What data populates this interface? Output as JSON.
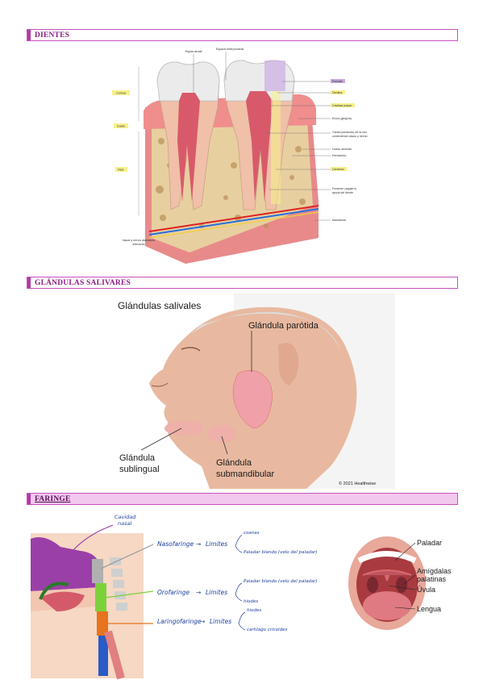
{
  "sections": {
    "dientes": "DIENTES",
    "glandulas": "GLÁNDULAS SALIVARES",
    "faringe": "FARINGE"
  },
  "tooth": {
    "labels_top": [
      "Papila dental",
      "Espacio interproximal"
    ],
    "labels_left": [
      "Corona",
      "Cuello",
      "Raíz"
    ],
    "labels_right": [
      "Esmalte",
      "Dentina",
      "Cavidad pulpar",
      "Encía (gingiva)",
      "Canal (conducto) de la raíz",
      "conteniendo vasos y nervio",
      "Hueso alveolar",
      "Periodonto",
      "Cemento",
      "Foramen (agujero)",
      "apical del diente",
      "Mandíbula"
    ],
    "labels_bottom": [
      "Vasos y nervio alveolares",
      "inferiores"
    ],
    "colors": {
      "gum": "#e88a8a",
      "bone": "#e8cfa0",
      "enamel": "#f2f2f2",
      "dentin": "#f0c0a8",
      "pulp": "#d85a6a",
      "highlight_yellow": "#f6f08a",
      "highlight_purple": "#c9a8e0"
    }
  },
  "salivary": {
    "title": "Glándulas salivales",
    "parotid": "Glándula parótida",
    "sublingual": [
      "Glándula",
      "sublingual"
    ],
    "submandibular": [
      "Glándula",
      "submandibular"
    ],
    "copyright": "© 2021 Healthwise"
  },
  "pharynx": {
    "cavidad": [
      "Cavidad",
      "nasal"
    ],
    "naso": {
      "name": "Nasofaringe",
      "arrow": "→",
      "limites": "Limites",
      "items": [
        "coanas",
        "Paladar blando (velo del paladar)"
      ]
    },
    "oro": {
      "name": "Orofaringe",
      "arrow": "→",
      "limites": "Limites",
      "items": [
        "Paladar blando (velo del paladar)",
        "hiodes"
      ]
    },
    "laringo": {
      "name": "Laringofaringe",
      "arrow": "→",
      "limites": "Limites",
      "items": [
        "hiodes",
        "cartilago cricoides"
      ]
    },
    "mouth_labels": [
      "Paladar",
      "Amígdalas",
      "palatinas",
      "Úvula",
      "Lengua"
    ],
    "colors": {
      "naso": "#9b3fa8",
      "oro": "#7cd13a",
      "laringo": "#e8731e",
      "ink": "#1c3fa0"
    }
  }
}
